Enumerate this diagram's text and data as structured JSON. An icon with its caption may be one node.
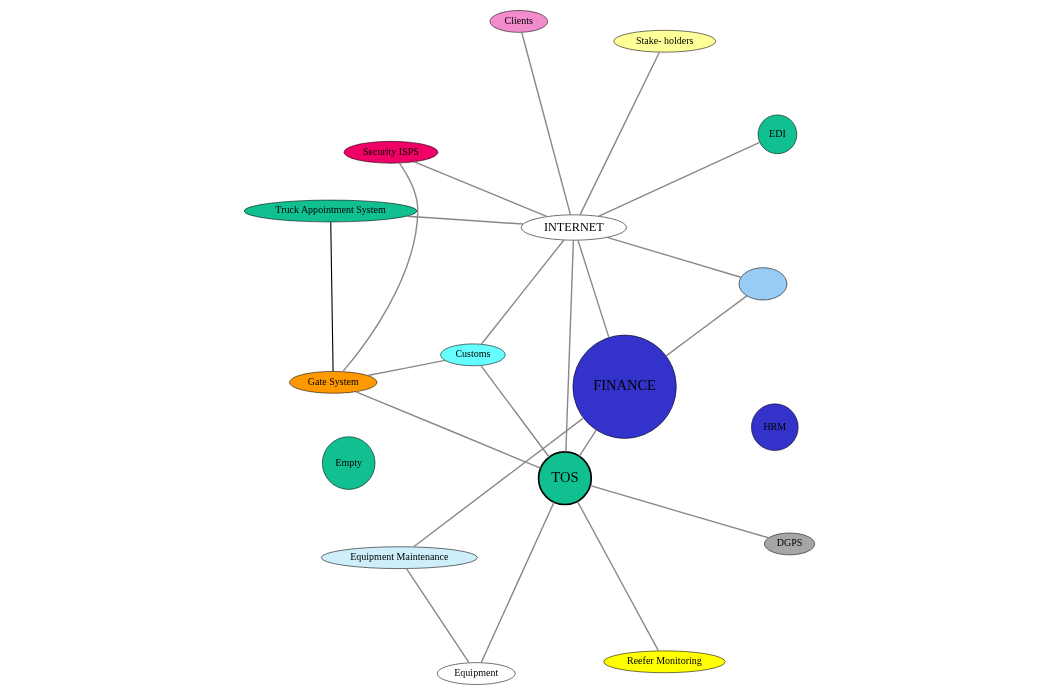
{
  "diagram": {
    "nodes": [
      {
        "text": [
          "Truck Appointment System"
        ]
      },
      {
        "text": [
          "Gate System"
        ]
      },
      {
        "text": [
          "Reefer Monitoring"
        ]
      },
      {
        "text": [
          "Security ISPS"
        ]
      },
      {
        "text": [
          "DGPS"
        ]
      },
      {
        "text": [
          "Clients"
        ]
      },
      {
        "text": [
          "Customs"
        ]
      },
      {
        "text": [
          "TOS"
        ]
      },
      {
        "text": [
          "Equipment"
        ]
      },
      {
        "text": [
          "EDI"
        ]
      },
      {
        "text": [
          "Empty"
        ]
      },
      {
        "text": [
          "INTERNET"
        ]
      },
      {
        "text": [
          "Equipment Maintenance"
        ]
      },
      {
        "text": [
          "FINANCE"
        ]
      },
      {
        "text": [
          "HRM"
        ]
      },
      {
        "text": [
          "Stake- holders"
        ]
      },
      {
        "text": [],
        "shape": "ellipse"
      }
    ],
    "edges": [
      {
        "from": 0,
        "to": 1,
        "arrow": "none",
        "color": "#000000"
      },
      {
        "from": 1,
        "to": 3,
        "arrow": "none"
      },
      {
        "from": 1,
        "to": 6,
        "arrow": "none"
      },
      {
        "from": 1,
        "to": 7,
        "arrow": "none"
      },
      {
        "from": 2,
        "to": 7,
        "arrow": "none"
      },
      {
        "from": 4,
        "to": 7,
        "arrow": "none"
      },
      {
        "from": 6,
        "to": 7,
        "arrow": "none"
      },
      {
        "from": 7,
        "to": 8,
        "arrow": "none"
      },
      {
        "from": 8,
        "to": 12,
        "arrow": "none"
      },
      {
        "from": 0,
        "to": 11,
        "arrow": "none"
      },
      {
        "from": 5,
        "to": 11,
        "arrow": "none"
      },
      {
        "from": 3,
        "to": 11,
        "arrow": "none"
      },
      {
        "from": 6,
        "to": 11,
        "arrow": "none"
      },
      {
        "from": 11,
        "to": 7,
        "arrow": "none"
      },
      {
        "from": 11,
        "to": 9,
        "arrow": "none"
      },
      {
        "from": 11,
        "to": 13,
        "arrow": "none"
      },
      {
        "from": 7,
        "to": 13,
        "arrow": "none"
      },
      {
        "from": 12,
        "to": 13,
        "arrow": "none"
      },
      {
        "from": 11,
        "to": 15,
        "arrow": "none"
      },
      {
        "from": 11,
        "to": 16,
        "arrow": "none"
      },
      {
        "from": 16,
        "to": 13,
        "arrow": "none"
      }
    ]
  }
}
